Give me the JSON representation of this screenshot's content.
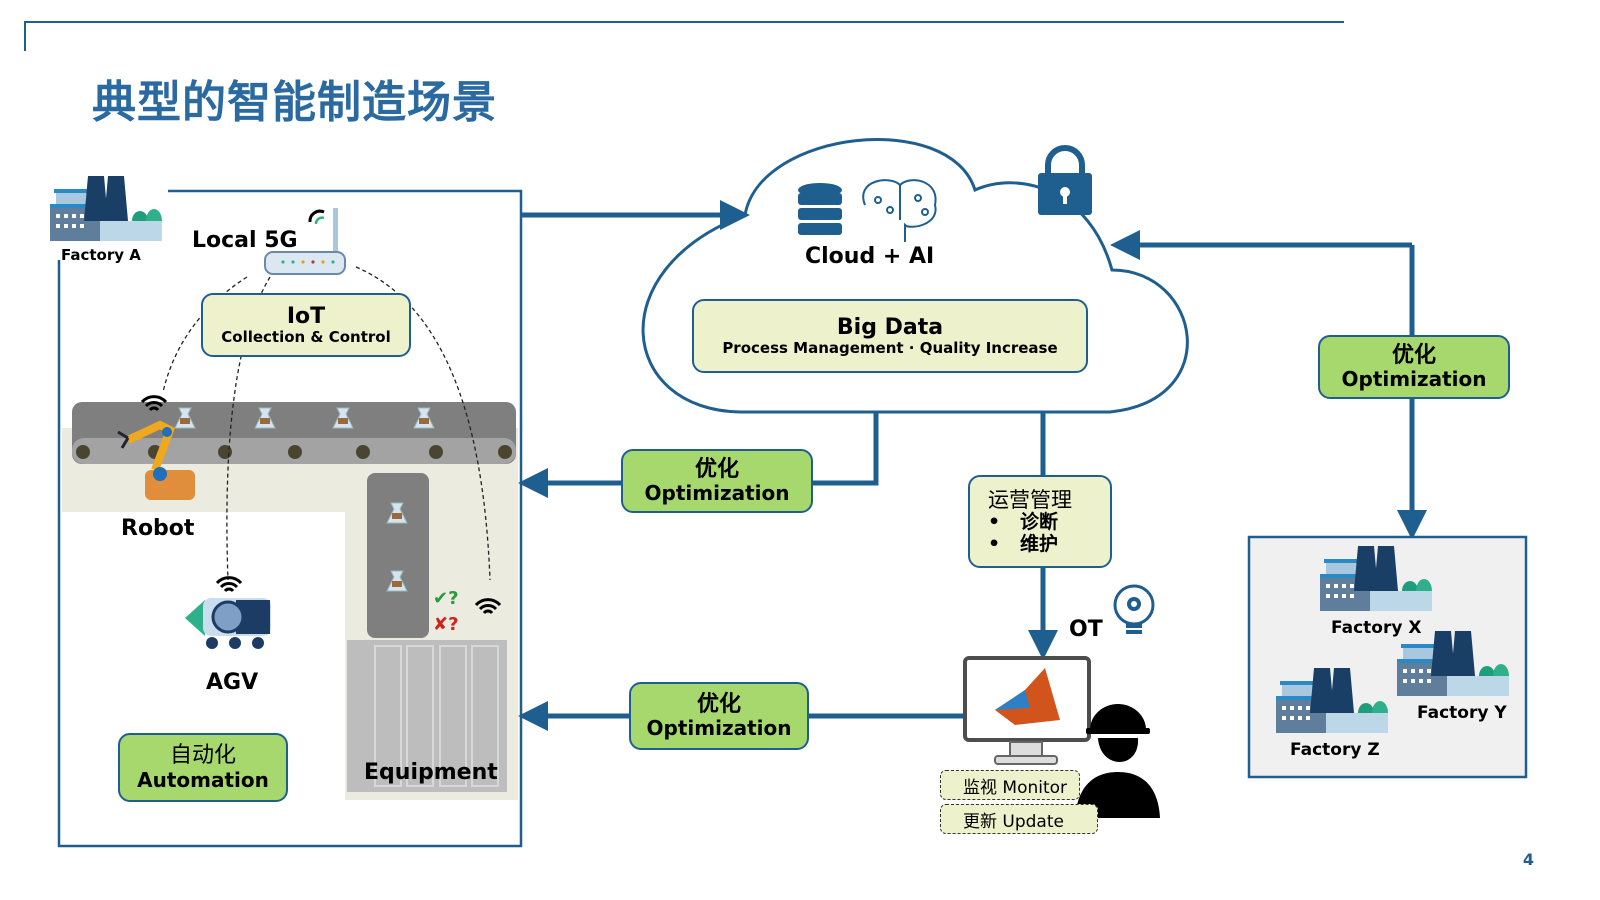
{
  "page": {
    "title": "典型的智能制造场景",
    "page_number": "4"
  },
  "factory_a": {
    "label": "Factory A",
    "local_5g": "Local 5G",
    "iot": {
      "title": "IoT",
      "subtitle": "Collection & Control"
    },
    "robot": "Robot",
    "agv": "AGV",
    "equipment": "Equipment",
    "check_mark": "✔?",
    "cross_mark": "✘?",
    "automation": {
      "zh": "自动化",
      "en": "Automation"
    }
  },
  "cloud": {
    "label": "Cloud + AI",
    "big_data": {
      "title": "Big Data",
      "subtitle": "Process Management · Quality Increase"
    }
  },
  "optimization_boxes": [
    {
      "zh": "优化",
      "en": "Optimization"
    },
    {
      "zh": "优化",
      "en": "Optimization"
    },
    {
      "zh": "优化",
      "en": "Optimization"
    }
  ],
  "operations": {
    "title": "运营管理",
    "items": [
      "诊断",
      "维护"
    ]
  },
  "ot": {
    "label": "OT",
    "monitor": "监视 Monitor",
    "update": "更新 Update"
  },
  "remote_factories": [
    "Factory X",
    "Factory Y",
    "Factory Z"
  ],
  "colors": {
    "primary": "#1f5f8f",
    "green_box": "#a7d86e",
    "cream_box": "#eef2cc"
  }
}
